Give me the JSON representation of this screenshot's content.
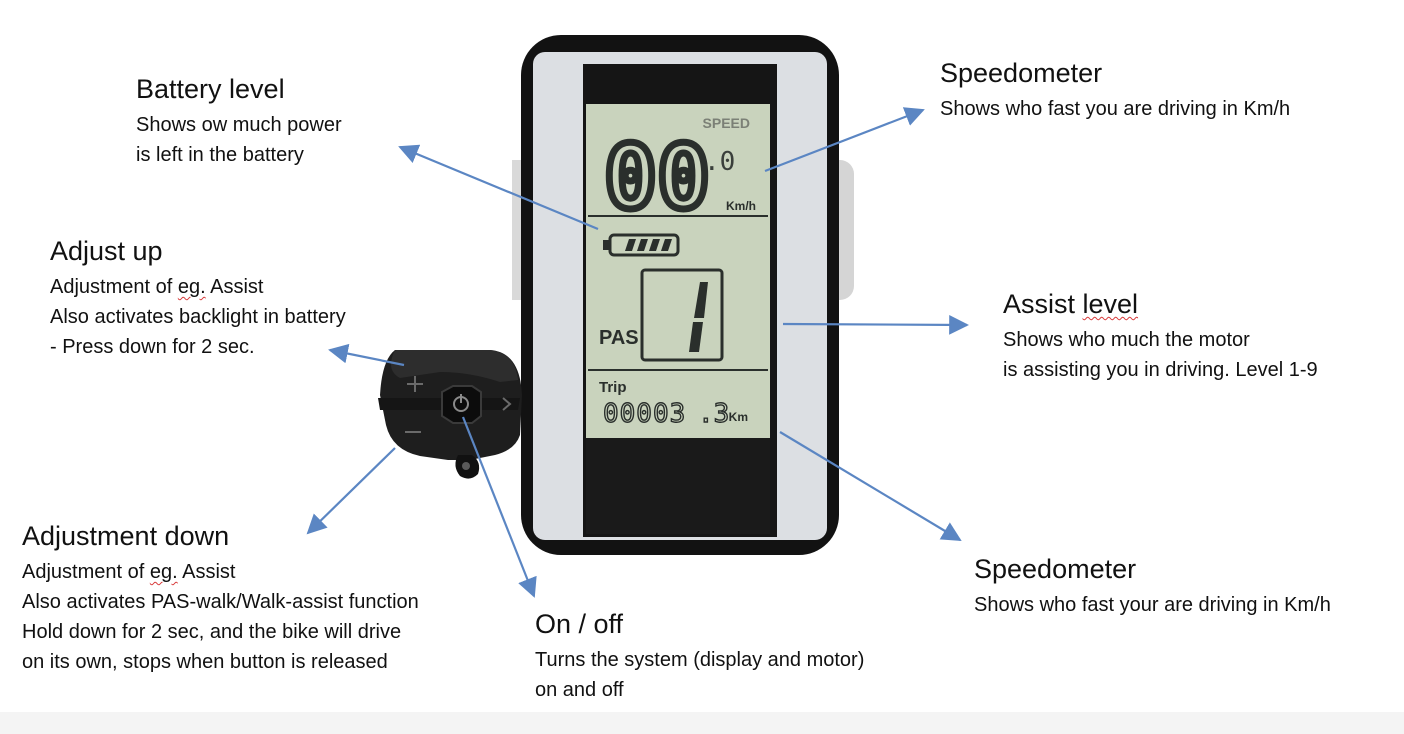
{
  "colors": {
    "arrow": "#5b86c3",
    "lcd": "#c9d3bd",
    "lcd_ink": "#2a2f2c",
    "bezel": "#dcdfe3",
    "frame": "#121212"
  },
  "display": {
    "speed_label": "SPEED",
    "speed_digits": "00",
    "speed_decimal": ".0",
    "speed_unit": "Km/h",
    "pas_label": "PAS",
    "trip_label": "Trip",
    "trip_value": "00003",
    "trip_decimal": ".3",
    "trip_unit": "Km",
    "battery_bars_filled": 4,
    "assist_level_shown": 1
  },
  "controller": {
    "plus_icon": "plus-icon",
    "minus_icon": "minus-icon",
    "power_icon": "power-icon"
  },
  "callouts": {
    "battery": {
      "title": "Battery level",
      "lines": [
        "Shows ow much power",
        "is left in the battery"
      ]
    },
    "speedometer_top": {
      "title": "Speedometer",
      "lines": [
        "Shows who fast you are driving in Km/h"
      ]
    },
    "adjust_up": {
      "title": "Adjust up",
      "line1_pre": "Adjustment of ",
      "line1_flag": "eg.",
      "line1_post": " Assist",
      "lines": [
        "Also activates backlight in battery",
        "- Press down for 2 sec."
      ]
    },
    "assist": {
      "title_pre": "Assist ",
      "title_flag": "level",
      "lines": [
        "Shows who much the motor",
        "is assisting you in driving. Level 1-9"
      ]
    },
    "adjust_down": {
      "title": "Adjustment down",
      "line1_pre": "Adjustment of ",
      "line1_flag": "eg.",
      "line1_post": " Assist",
      "lines": [
        "Also activates PAS-walk/Walk-assist function",
        "Hold down for 2 sec, and the bike will drive",
        "on its own, stops when button is released"
      ]
    },
    "onoff": {
      "title": "On / off",
      "lines": [
        "Turns the system (display and motor)",
        "on and off"
      ]
    },
    "speedometer_bottom": {
      "title": "Speedometer",
      "lines": [
        "Shows who fast your are driving in Km/h"
      ]
    }
  }
}
